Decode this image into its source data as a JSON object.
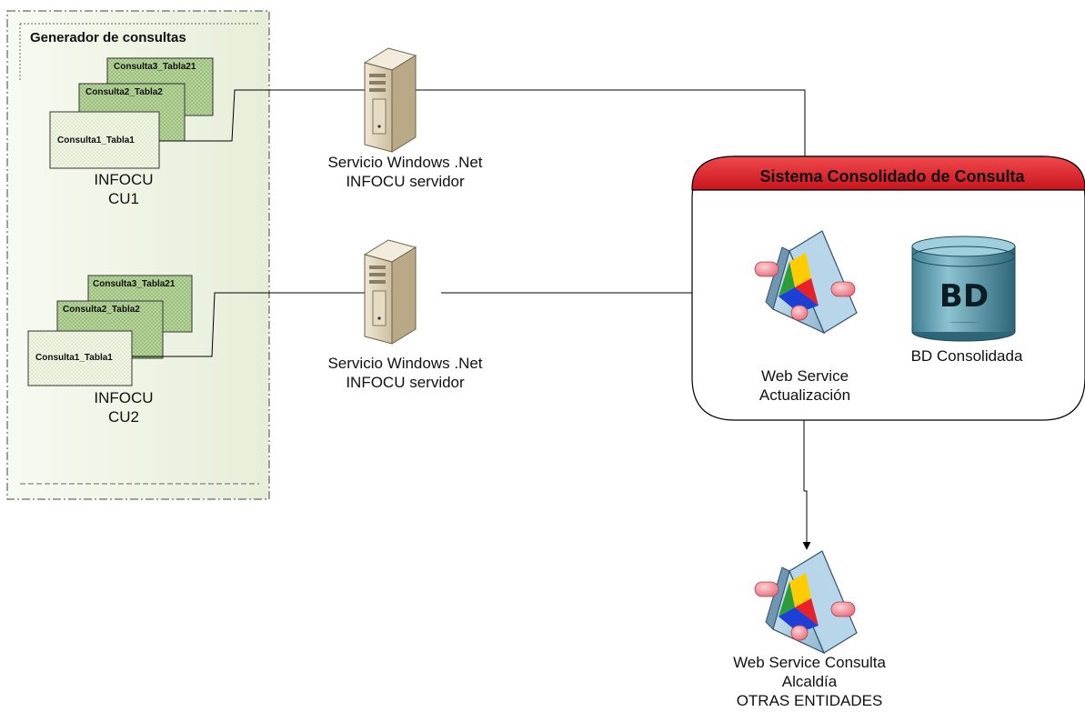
{
  "group": {
    "title": "Generador de consultas"
  },
  "clients": [
    {
      "tables": [
        "Consulta3_Tabla21",
        "Consulta2_Tabla2",
        "Consulta1_Tabla1"
      ],
      "name_line1": "INFOCU",
      "name_line2": "CU1"
    },
    {
      "tables": [
        "Consulta3_Tabla21",
        "Consulta2_Tabla2",
        "Consulta1_Tabla1"
      ],
      "name_line1": "INFOCU",
      "name_line2": "CU2"
    }
  ],
  "servers": [
    {
      "line1": "Servicio Windows .Net",
      "line2": "INFOCU servidor"
    },
    {
      "line1": "Servicio Windows .Net",
      "line2": "INFOCU servidor"
    }
  ],
  "system": {
    "title": "Sistema Consolidado de Consulta",
    "web_service": {
      "line1": "Web Service",
      "line2": "Actualización"
    },
    "database": {
      "icon_text": "BD",
      "label": "BD Consolidada"
    }
  },
  "consumer": {
    "line1": "Web Service Consulta",
    "line2": "Alcaldía",
    "line3": "OTRAS ENTIDADES"
  },
  "colors": {
    "group_fill": "#f1f5e8",
    "table_back": "#b5d39a",
    "table_front": "#eef4e4",
    "system_header": "#e0202a",
    "database": "#4e8da0",
    "server": "#d7ccb6"
  }
}
